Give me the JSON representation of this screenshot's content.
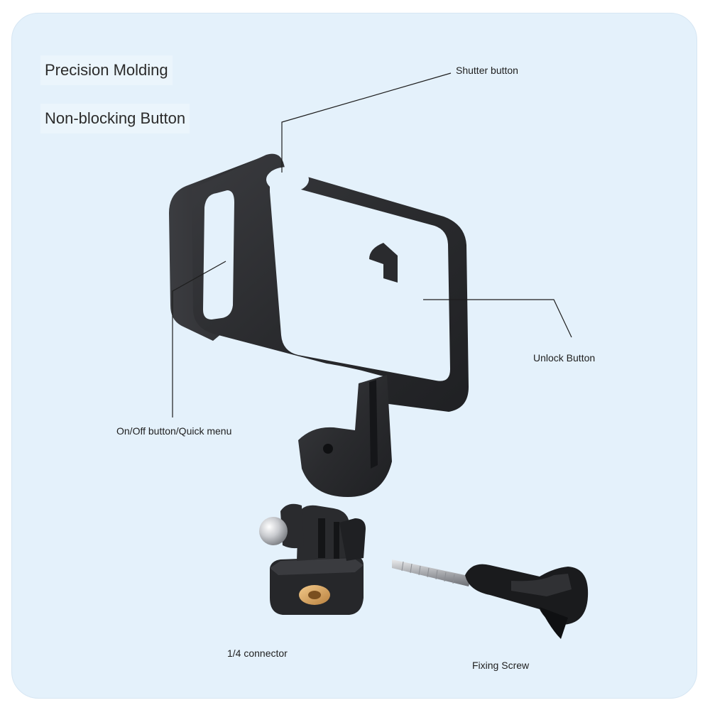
{
  "headings": {
    "precision": "Precision Molding",
    "nonblocking": "Non-blocking Button"
  },
  "callouts": {
    "shutter": "Shutter button",
    "unlock": "Unlock Button",
    "onoff": "On/Off button/Quick menu",
    "connector": "1/4 connector",
    "screw": "Fixing Screw"
  },
  "colors": {
    "background_card": "#e4f1fb",
    "frame_body": "#2a2b2e",
    "leader_line": "#1e1e1e"
  }
}
